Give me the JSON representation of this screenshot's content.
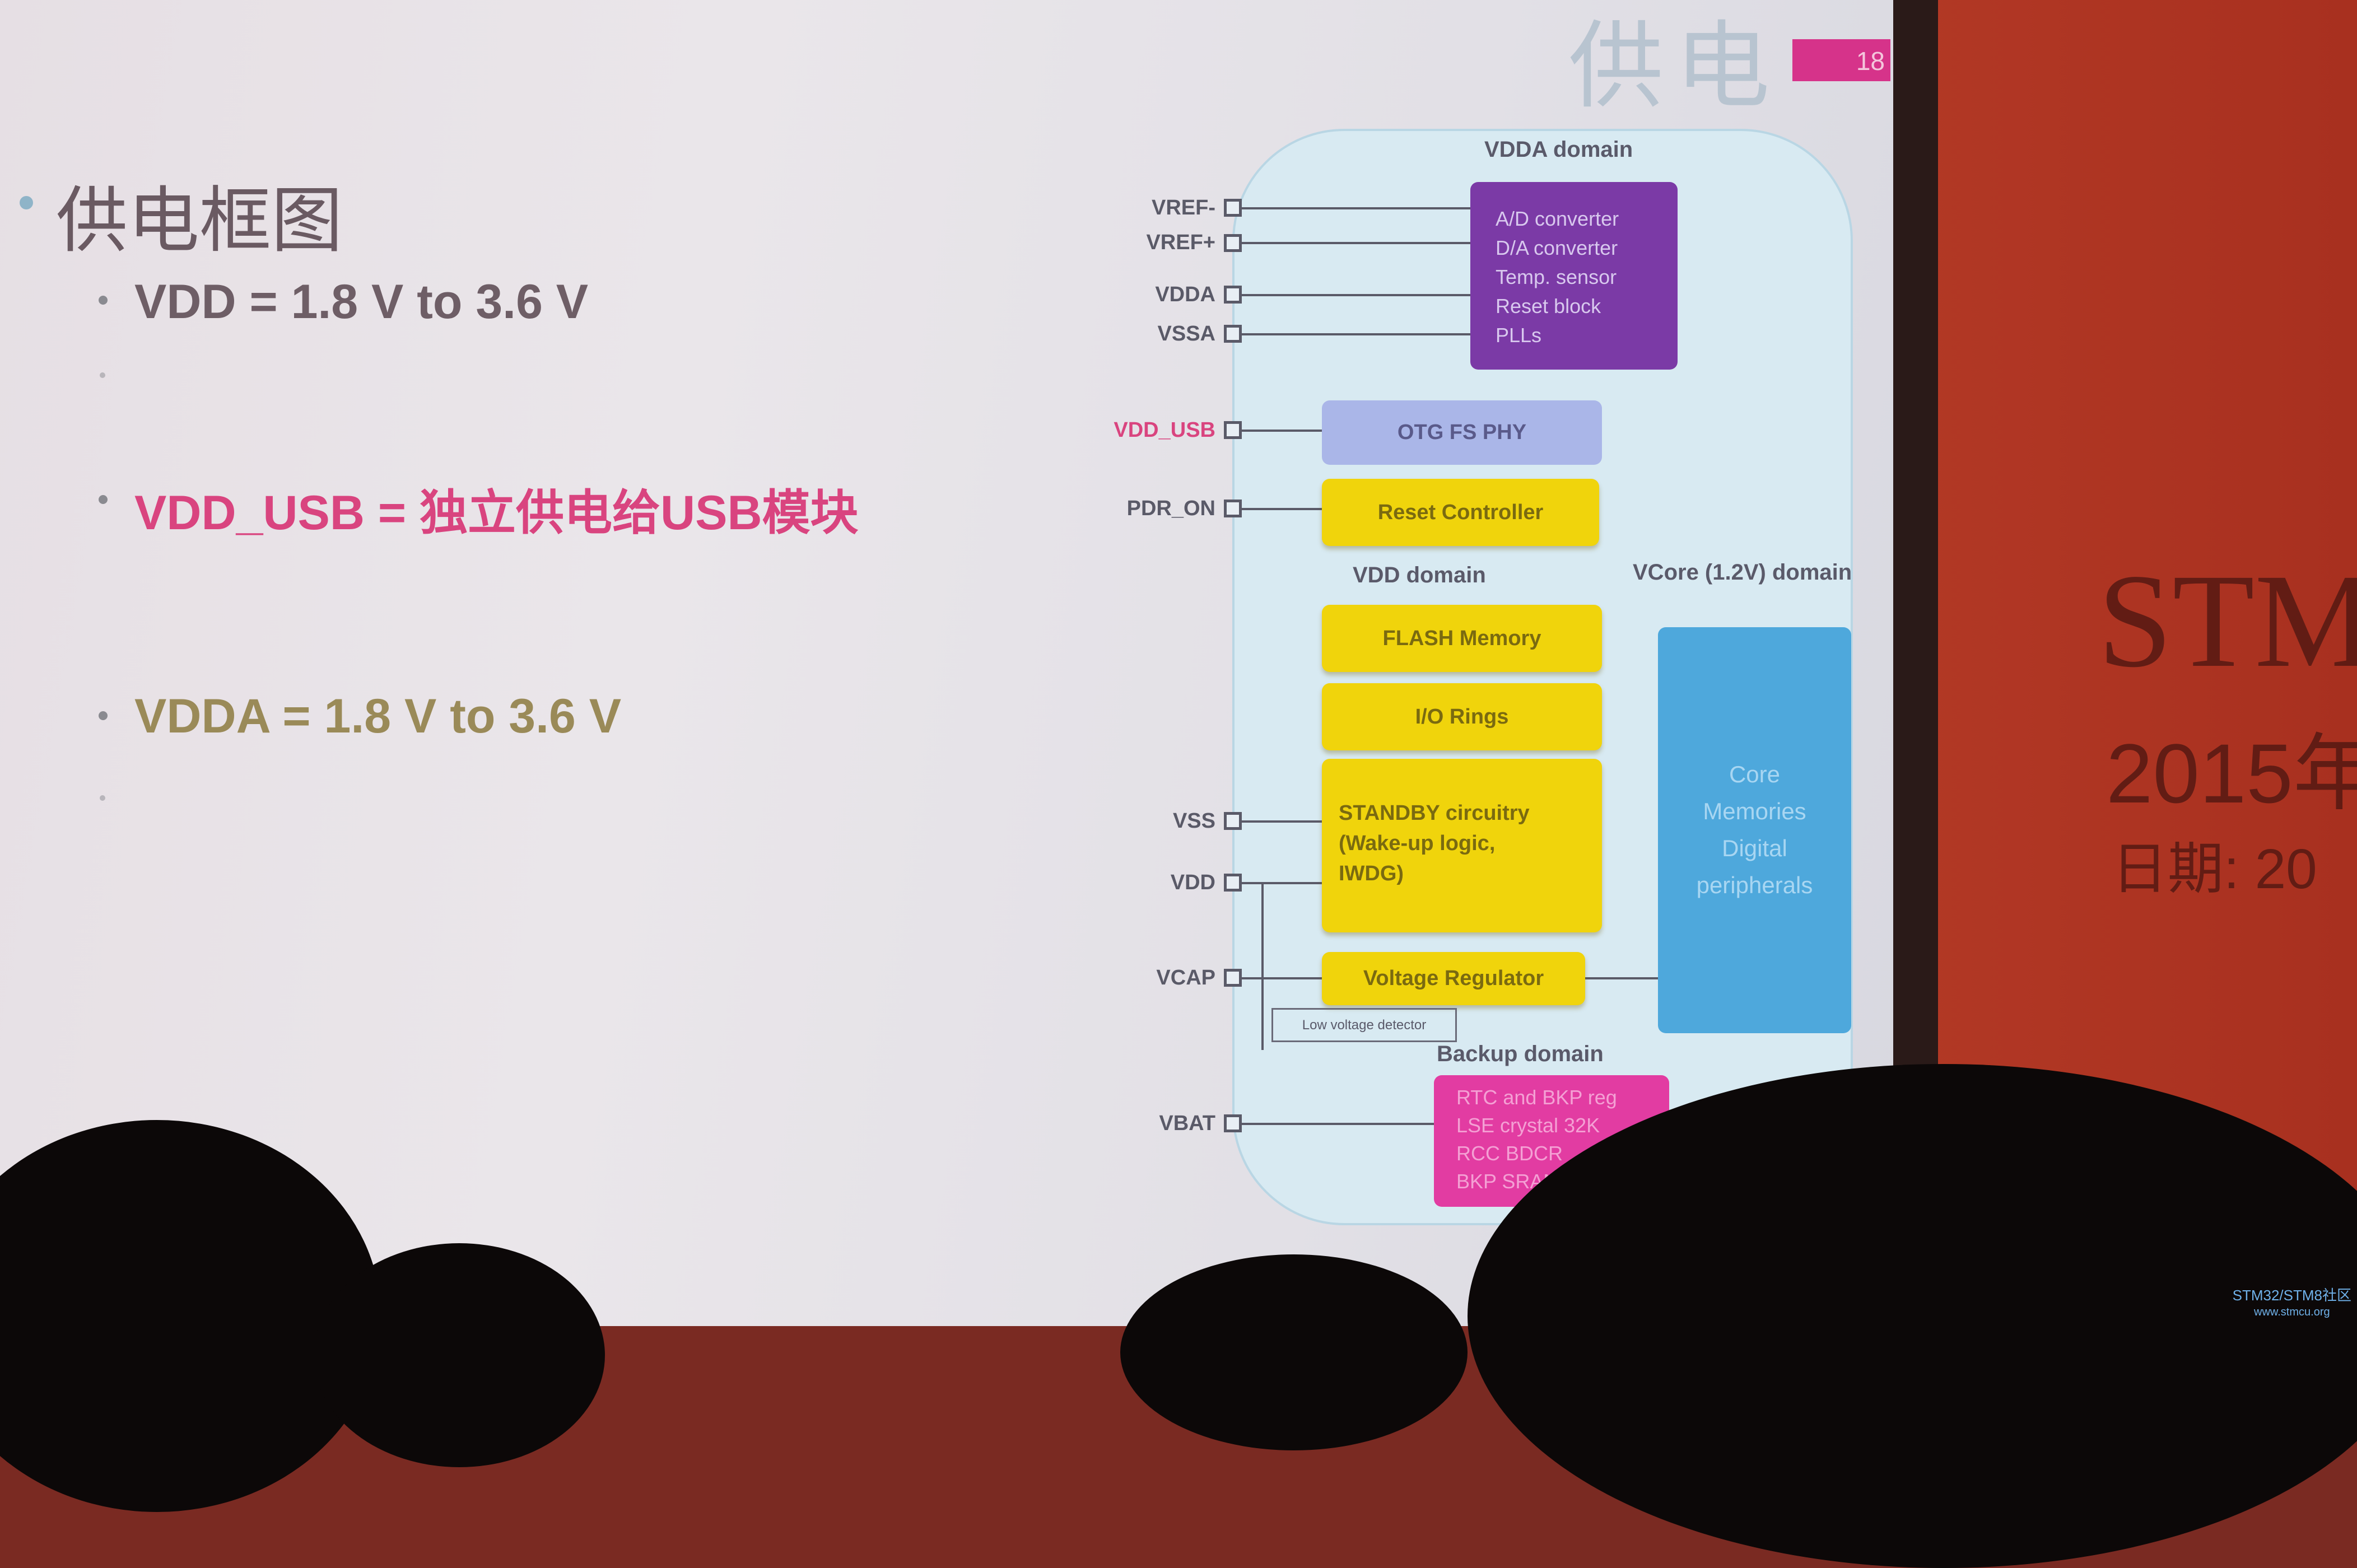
{
  "slide": {
    "header_title": "供电",
    "page_number": "18",
    "heading": "供电框图",
    "bullets": [
      "VDD = 1.8 V to 3.6 V",
      "VDD_USB = 独立供电给USB模块",
      "VDDA = 1.8 V to 3.6 V"
    ]
  },
  "diagram": {
    "vdda_domain": "VDDA domain",
    "vdd_domain": "VDD domain",
    "vcore_domain": "VCore (1.2V) domain",
    "backup_domain": "Backup domain",
    "adc_block": [
      "A/D converter",
      "D/A converter",
      "Temp. sensor",
      "Reset block",
      "PLLs"
    ],
    "otg_block": "OTG FS PHY",
    "reset_block": "Reset Controller",
    "flash_block": "FLASH Memory",
    "io_block": "I/O Rings",
    "standby_block": [
      "STANDBY circuitry",
      "(Wake-up logic,",
      "IWDG)"
    ],
    "regulator_block": "Voltage Regulator",
    "core_block": [
      "Core",
      "Memories",
      "Digital",
      "peripherals"
    ],
    "backup_block": [
      "RTC and BKP reg",
      "LSE crystal 32K",
      "RCC BDCR",
      "BKP SRAM"
    ],
    "lvd_label": "Low voltage detector",
    "pins": {
      "vref_minus": "VREF-",
      "vref_plus": "VREF+",
      "vdda": "VDDA",
      "vssa": "VSSA",
      "vdd_usb": "VDD_USB",
      "pdr_on": "PDR_ON",
      "vss": "VSS",
      "vdd": "VDD",
      "vcap": "VCAP",
      "vbat": "VBAT"
    }
  },
  "backdrop": {
    "banner_title": "STM",
    "banner_year": "2015年",
    "banner_date": "日期: 20"
  },
  "watermark": {
    "logo": "STM32/STM8社区",
    "url": "www.stmcu.org"
  },
  "colors": {
    "accent_pink": "#d9447f",
    "block_yellow": "#f0d40c",
    "block_purple": "#7b3aa6",
    "block_blue": "#4ea8dc",
    "block_magenta": "#e23ca2"
  }
}
